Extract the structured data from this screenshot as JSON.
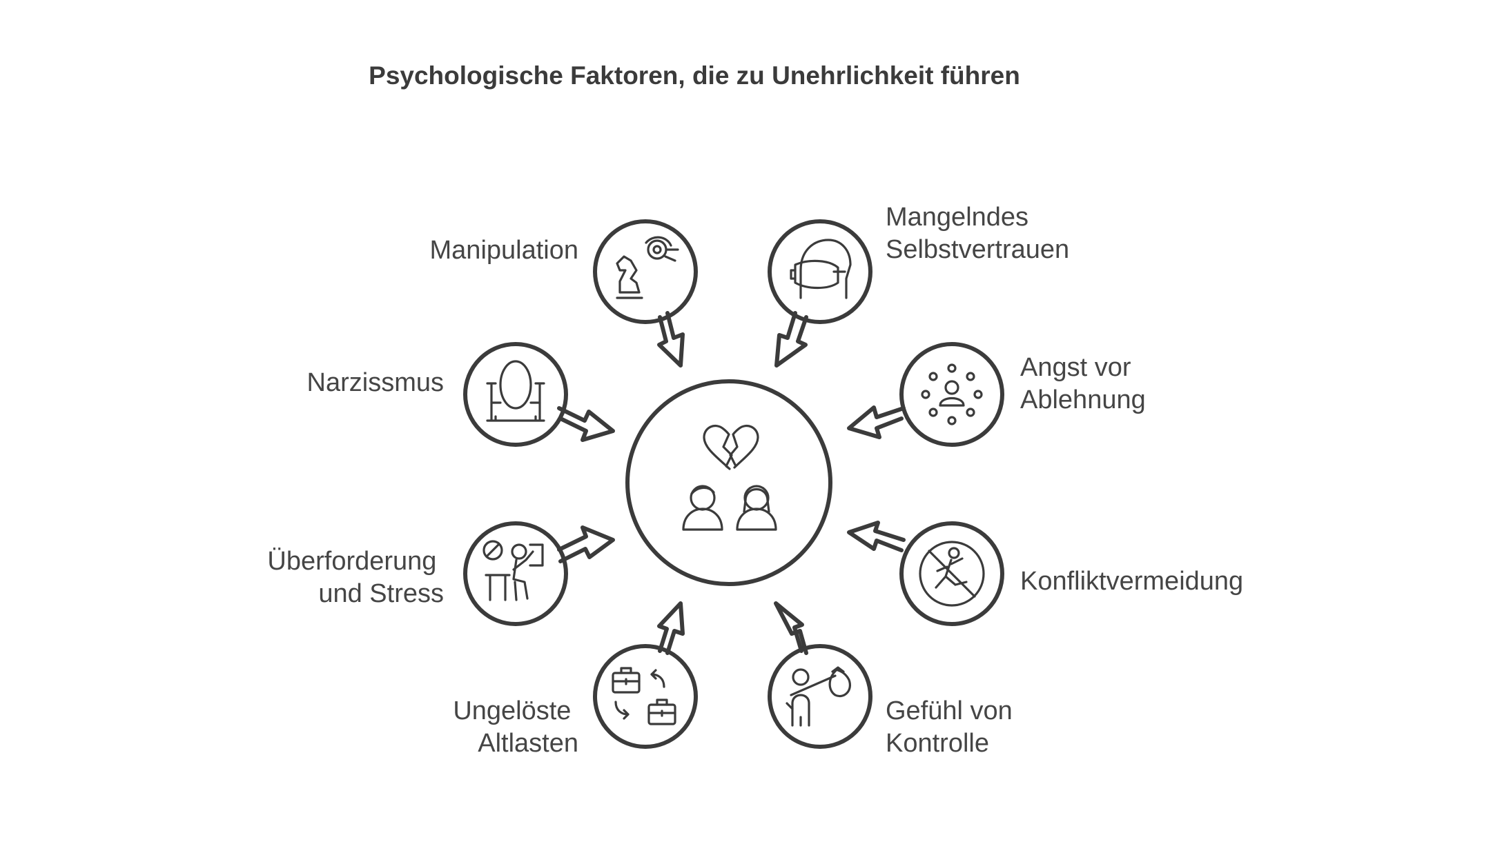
{
  "title": "Psychologische Faktoren, die zu Unehrlichkeit führen",
  "center": {
    "icon": "broken-heart-couple-icon"
  },
  "factors": [
    {
      "id": "manipulation",
      "lines": [
        "Manipulation"
      ],
      "icon": "chess-knight-icon"
    },
    {
      "id": "selbstvertrauen",
      "lines": [
        "Mangelndes",
        "Selbstvertrauen"
      ],
      "icon": "masked-face-icon"
    },
    {
      "id": "narzissmus",
      "lines": [
        "Narzissmus"
      ],
      "icon": "mirror-icon"
    },
    {
      "id": "ablehnung",
      "lines": [
        "Angst vor",
        "Ablehnung"
      ],
      "icon": "person-surrounded-icon"
    },
    {
      "id": "stress",
      "lines": [
        "Überforderung",
        "und Stress"
      ],
      "icon": "overwhelmed-worker-icon"
    },
    {
      "id": "konflikt",
      "lines": [
        "Konfliktvermeidung"
      ],
      "icon": "no-fighting-icon"
    },
    {
      "id": "altlasten",
      "lines": [
        "Ungelöste",
        "Altlasten"
      ],
      "icon": "exchange-briefcase-icon"
    },
    {
      "id": "kontrolle",
      "lines": [
        "Gefühl von",
        "Kontrolle"
      ],
      "icon": "person-with-bag-icon"
    }
  ]
}
